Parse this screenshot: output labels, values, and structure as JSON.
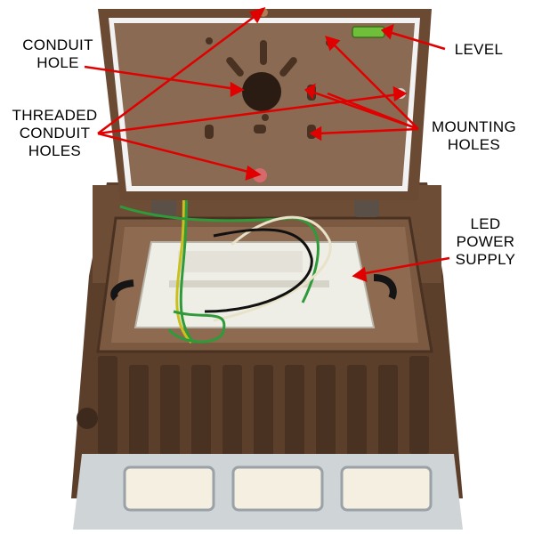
{
  "labels": {
    "conduit_hole": [
      "CONDUIT",
      "HOLE"
    ],
    "threaded_conduit_holes": [
      "THREADED",
      "CONDUIT",
      "HOLES"
    ],
    "level": "LEVEL",
    "mounting_holes": [
      "MOUNTING",
      "HOLES"
    ],
    "led_power_supply": [
      "LED",
      "POWER",
      "SUPPLY"
    ]
  },
  "colors": {
    "housing": "#6b4a33",
    "housing_dark": "#4a3222",
    "lid_inner": "#8a6a52",
    "gasket": "#f2f2f2",
    "power_supply": "#efeee6",
    "lens": "#d9dde0",
    "arrow": "#e00000"
  }
}
